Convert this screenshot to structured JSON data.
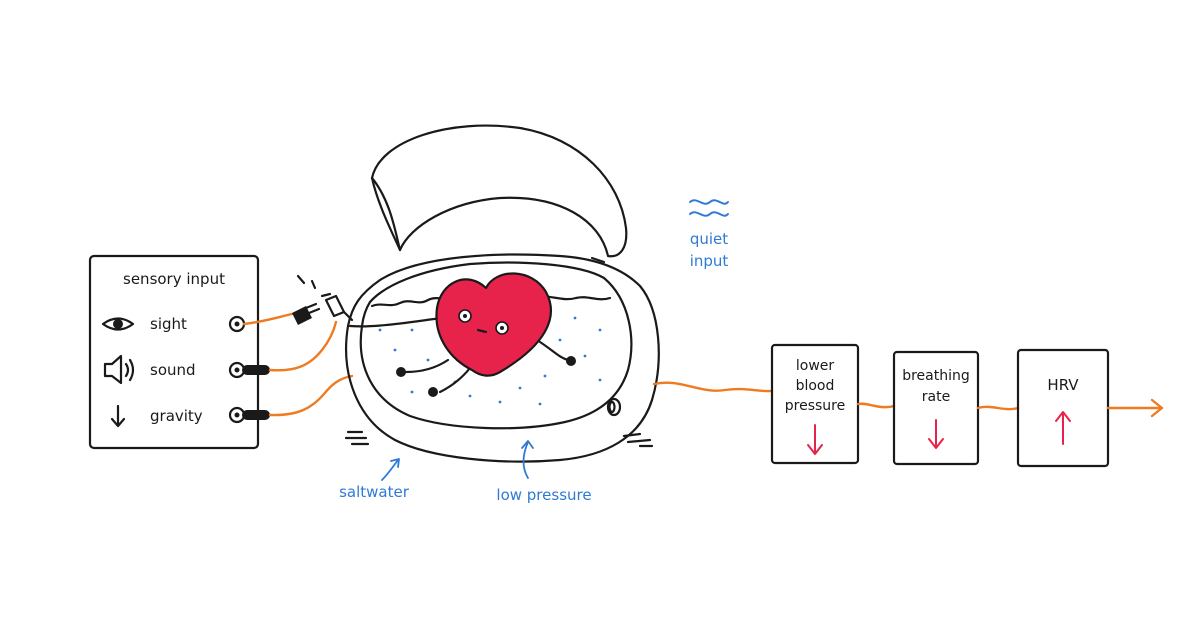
{
  "colors": {
    "ink": "#1a1a1a",
    "wire": "#f07a1f",
    "heart": "#e8234b",
    "annotation": "#2f7bd3",
    "arrow_down": "#e8234b",
    "arrow_up": "#e8234b"
  },
  "sensory_panel": {
    "title": "sensory input",
    "rows": [
      {
        "icon": "eye-icon",
        "label": "sight"
      },
      {
        "icon": "speaker-icon",
        "label": "sound"
      },
      {
        "icon": "down-arrow-icon",
        "label": "gravity"
      }
    ]
  },
  "annotations": {
    "quiet_line1": "quiet",
    "quiet_line2": "input",
    "saltwater": "saltwater",
    "low_pressure": "low pressure"
  },
  "outputs": [
    {
      "lines": [
        "lower",
        "blood",
        "pressure"
      ],
      "direction": "down"
    },
    {
      "lines": [
        "breathing",
        "rate"
      ],
      "direction": "down"
    },
    {
      "lines": [
        "HRV"
      ],
      "direction": "up"
    }
  ]
}
